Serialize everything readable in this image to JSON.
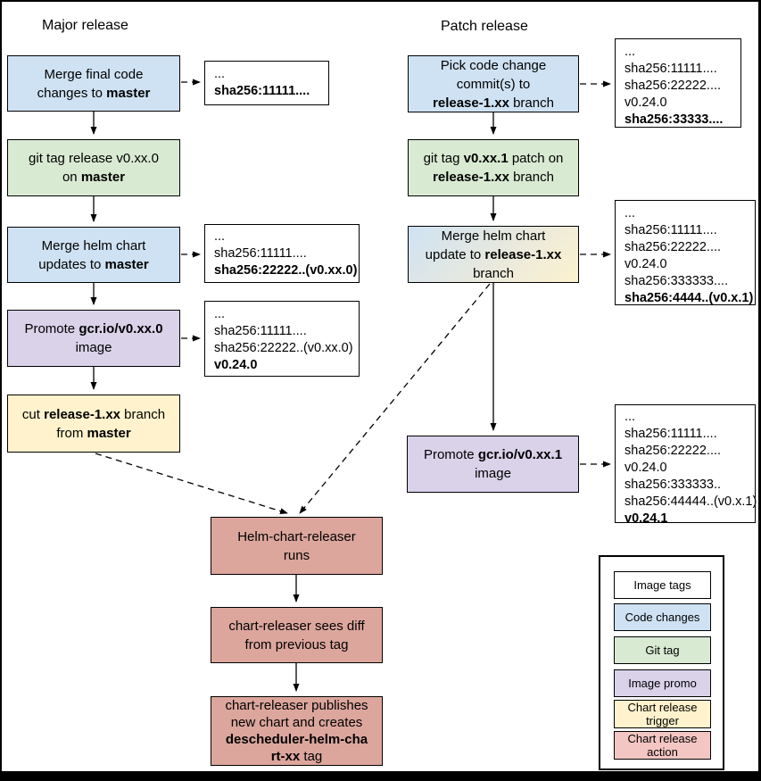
{
  "colors": {
    "background": "#ffffff",
    "frame": "#000000",
    "box_border": "#000000",
    "code_changes_fill": "#cfe2f3",
    "git_tag_fill": "#d9ead3",
    "image_promo_fill": "#d9d2e9",
    "chart_release_trigger_fill": "#fff2cc",
    "chart_release_action_fill": "#dca69d",
    "legend_action_fill": "#f3c6c3",
    "merge_helm_release_gradient_start": "#cfe2f3",
    "merge_helm_release_gradient_end": "#fdf2cf"
  },
  "major_flow": {
    "title": "Major release",
    "merge_final": {
      "l1": "Merge final code",
      "l2t": "changes to ",
      "l2b": "master"
    },
    "git_tag": {
      "l1": "git tag release v0.xx.0",
      "l2t": "on ",
      "l2b": "master"
    },
    "merge_helm": {
      "l1": "Merge helm chart",
      "l2t": "updates to ",
      "l2b": "master"
    },
    "promote": {
      "l1t": "Promote ",
      "l1b": "gcr.io/v0.xx.0",
      "l2": "image"
    },
    "cut_branch": {
      "l1t": "cut ",
      "l1b": "release-1.xx",
      "l1t2": " branch",
      "l2t": "from ",
      "l2b": "master"
    },
    "tag1": {
      "l1": "...",
      "l2": "sha256:11111...."
    },
    "tag2": {
      "l1": "...",
      "l2": "sha256:11111....",
      "l3": "sha256:22222..(v0.xx.0)"
    },
    "tag3": {
      "l1": "...",
      "l2": "sha256:11111....",
      "l3": "sha256:22222..(v0.xx.0)",
      "l4": "v0.24.0"
    }
  },
  "patch_flow": {
    "title": "Patch release",
    "pick_code": {
      "l1": "Pick code change",
      "l2": "commit(s) to",
      "l3b": "release-1.xx",
      "l3t": " branch"
    },
    "git_tag": {
      "l1t": "git tag ",
      "l1b": "v0.xx.1",
      "l1t2": " patch on",
      "l2b": "release-1.xx",
      "l2t": " branch"
    },
    "merge_helm": {
      "l1": "Merge helm chart",
      "l2t": "update to ",
      "l2b": "release-1.xx",
      "l3": "branch"
    },
    "promote": {
      "l1t": "Promote ",
      "l1b": "gcr.io/v0.xx.1",
      "l2": "image"
    },
    "tag1": {
      "l1": "...",
      "l2": "sha256:11111....",
      "l3": "sha256:22222....",
      "l4": "v0.24.0",
      "l5": "sha256:33333...."
    },
    "tag2": {
      "l1": "...",
      "l2": "sha256:11111....",
      "l3": "sha256:22222....",
      "l4": "v0.24.0",
      "l5": "sha256:333333....",
      "l6": "sha256:4444..(v0.x.1)"
    },
    "tag3": {
      "l1": "...",
      "l2": "sha256:11111....",
      "l3": "sha256:22222....",
      "l4": "v0.24.0",
      "l5": "sha256:333333..",
      "l6": "sha256:44444..(v0.x.1)",
      "l7": "v0.24.1"
    }
  },
  "chart_release_flow": {
    "runs": {
      "l1": "Helm-chart-releaser",
      "l2": "runs"
    },
    "sees_diff": {
      "l1": "chart-releaser sees diff",
      "l2": "from previous tag"
    },
    "publishes": {
      "l1": "chart-releaser publishes",
      "l2": "new chart and creates",
      "l3b": "descheduler-helm-cha",
      "l4b": "rt-xx",
      "l4t": " tag"
    }
  },
  "legend": {
    "items": [
      {
        "label": "Image tags"
      },
      {
        "label": "Code changes"
      },
      {
        "label": "Git tag"
      },
      {
        "label": "Image promo"
      },
      {
        "label": "Chart release trigger"
      },
      {
        "label": "Chart release action"
      }
    ]
  }
}
